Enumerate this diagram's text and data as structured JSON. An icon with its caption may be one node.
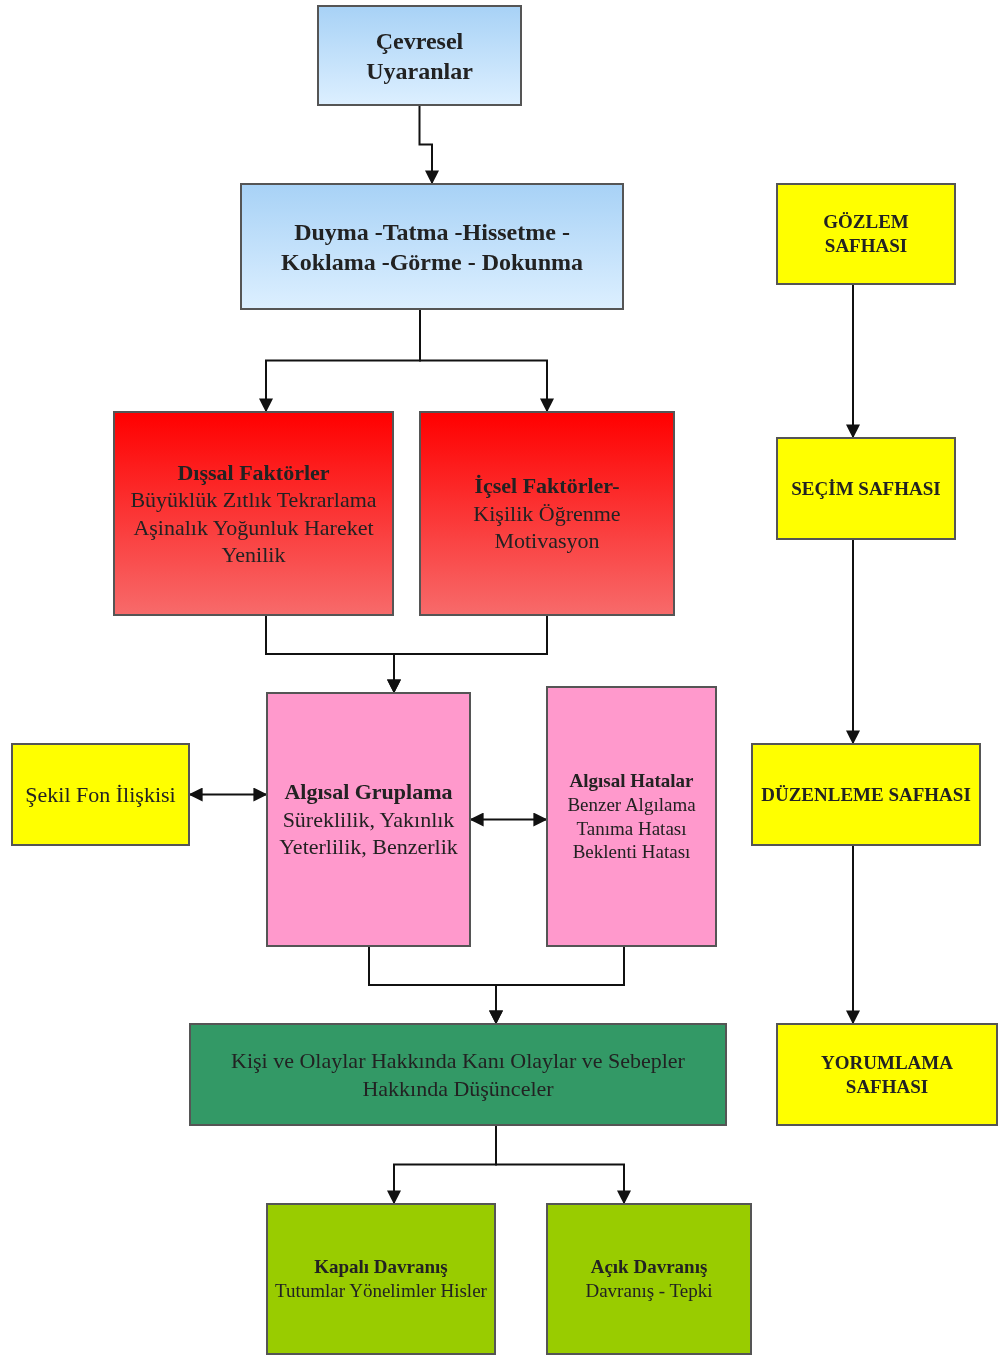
{
  "diagram": {
    "nodes": [
      {
        "text": [
          "Çevresel Uyaranlar"
        ]
      },
      {
        "text": [
          "Duyma -Tatma -Hissetme - Koklama -Görme - Dokunma"
        ]
      },
      {
        "text": [
          "Dışsal Faktörler",
          "Büyüklük Zıtlık Tekrarlama Aşinalık Yoğunluk Hareket Yenilik"
        ]
      },
      {
        "text": [
          "İçsel Faktörler-",
          "Kişilik Öğrenme Motivasyon"
        ]
      },
      {
        "text": [
          "Şekil Fon İlişkisi"
        ]
      },
      {
        "text": [
          "Algısal Gruplama",
          "Süreklilik, Yakınlık Yeterlilik, Benzerlik"
        ]
      },
      {
        "text": [
          "Algısal Hatalar",
          "Benzer Algılama Tanıma Hatası Beklenti Hatası"
        ]
      },
      {
        "text": [
          "Kişi ve Olaylar Hakkında Kanı Olaylar ve Sebepler Hakkında Düşünceler"
        ]
      },
      {
        "text": [
          "Kapalı Davranış",
          "Tutumlar Yönelimler Hisler"
        ]
      },
      {
        "text": [
          "Açık Davranış",
          "Davranış - Tepki"
        ]
      },
      {
        "text": [
          "GÖZLEM SAFHASI"
        ]
      },
      {
        "text": [
          "SEÇİM SAFHASI"
        ]
      },
      {
        "text": [
          "DÜZENLEME SAFHASI"
        ]
      },
      {
        "text": [
          "YORUMLAMA SAFHASI"
        ]
      }
    ],
    "edges": [
      {
        "from": 0,
        "to": 1,
        "arrow": "to"
      },
      {
        "from": 1,
        "to": 2,
        "arrow": "to"
      },
      {
        "from": 1,
        "to": 3,
        "arrow": "to"
      },
      {
        "from": 2,
        "to": 5,
        "arrow": "to"
      },
      {
        "from": 3,
        "to": 5,
        "arrow": "to"
      },
      {
        "from": 4,
        "to": 5,
        "arrow": "both"
      },
      {
        "from": 5,
        "to": 6,
        "arrow": "both"
      },
      {
        "from": 5,
        "to": 7,
        "arrow": "to"
      },
      {
        "from": 6,
        "to": 7,
        "arrow": "to"
      },
      {
        "from": 7,
        "to": 8,
        "arrow": "to"
      },
      {
        "from": 7,
        "to": 9,
        "arrow": "to"
      },
      {
        "from": 10,
        "to": 11,
        "arrow": "to"
      },
      {
        "from": 11,
        "to": 12,
        "arrow": "to"
      },
      {
        "from": 12,
        "to": 13,
        "arrow": "to"
      }
    ]
  }
}
